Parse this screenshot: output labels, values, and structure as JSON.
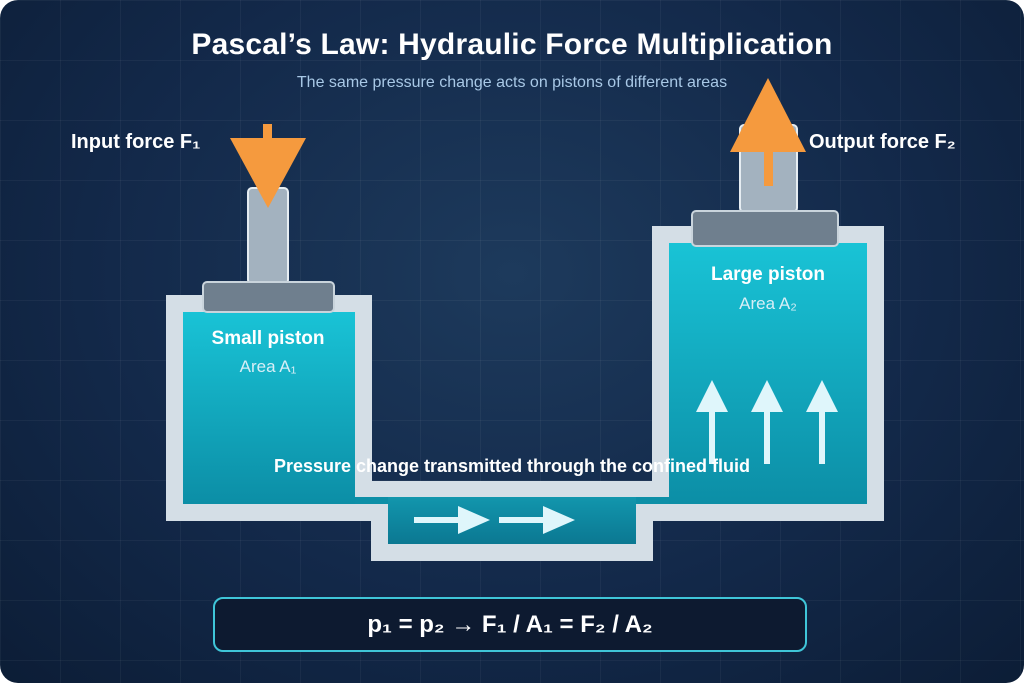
{
  "title": "Pascal’s Law: Hydraulic Force Multiplication",
  "subtitle": "The same pressure change acts on pistons of different areas",
  "input_force_label": "Input force F₁",
  "output_force_label": "Output force F₂",
  "small_piston": {
    "title": "Small piston",
    "area": "Area A₁"
  },
  "large_piston": {
    "title": "Large piston",
    "area": "Area A₂"
  },
  "pressure_note": "Pressure change transmitted through the confined fluid",
  "formula": "p₁ = p₂ → F₁ / A₁ = F₂ / A₂",
  "colors": {
    "fluid": "#12a9be",
    "vessel_wall": "#d4dee6",
    "piston_plate": "#6f7f8e",
    "rod": "#a3b2bf",
    "force_arrow": "#f59a3e",
    "flow_arrow": "#dff6fb"
  }
}
